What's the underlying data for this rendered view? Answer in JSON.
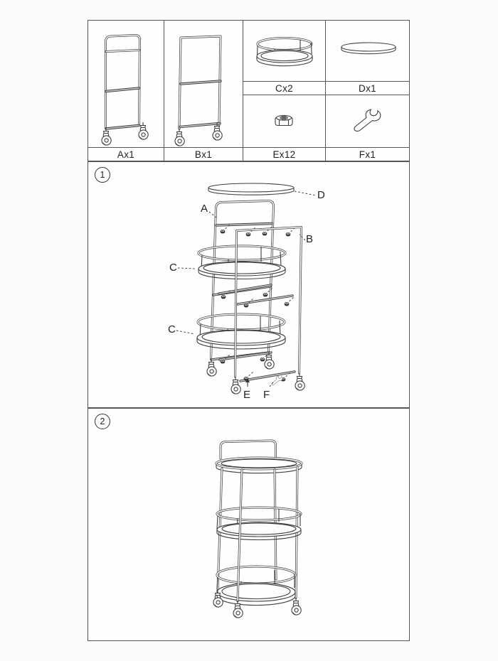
{
  "sheet": {
    "type": "assembly-instruction-page",
    "colors": {
      "ink": "#3e3e3e",
      "paper": "#fefefe",
      "border": "#565656",
      "bar_fill": "#c8c8c8"
    }
  },
  "parts_table": {
    "cells": [
      {
        "part": "A",
        "label": "Ax1",
        "icon": "side-frame-with-handle"
      },
      {
        "part": "B",
        "label": "Bx1",
        "icon": "side-frame-plain"
      },
      {
        "part": "C",
        "label": "Cx2",
        "icon": "round-rimmed-shelf"
      },
      {
        "part": "D",
        "label": "Dx1",
        "icon": "round-tray-top"
      },
      {
        "part": "E",
        "label": "Ex12",
        "icon": "cap-nut"
      },
      {
        "part": "F",
        "label": "Fx1",
        "icon": "wrench"
      }
    ]
  },
  "steps": [
    {
      "number": "1",
      "callout_labels": {
        "a": "A",
        "b": "B",
        "c_upper": "C",
        "c_lower": "C",
        "d": "D",
        "e": "E",
        "f": "F"
      }
    },
    {
      "number": "2"
    }
  ]
}
